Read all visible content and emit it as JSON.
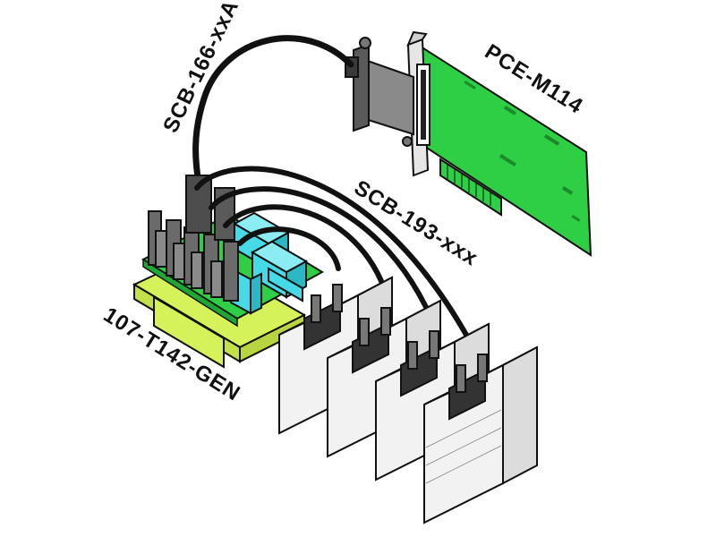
{
  "labels": {
    "pcie_card": "PCE-M114",
    "card_cable": "SCB-166-xxA",
    "module_cables": "SCB-193-xxx",
    "breakout_board": "107-T142-GEN"
  },
  "colors": {
    "pcb_green": "#2fcf45",
    "terminal_cyan": "#46d9e6",
    "din_rail_yellow": "#d5f25a",
    "module_body": "#f2f2f2",
    "cable_black": "#111111",
    "connector_gray": "#6b6b6b"
  }
}
